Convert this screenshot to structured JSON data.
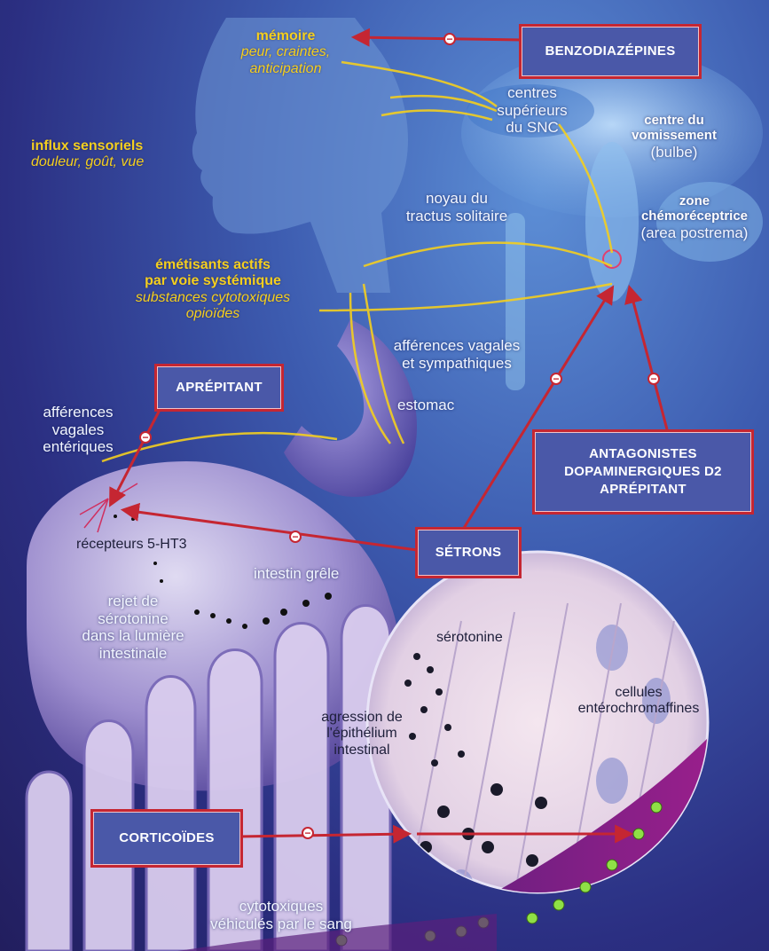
{
  "boxes": {
    "benzodiazepines": "BENZODIAZÉPINES",
    "aprepitant": "APRÉPITANT",
    "antagonistes_line1": "ANTAGONISTES",
    "antagonistes_line2": "DOPAMINERGIQUES D2",
    "antagonistes_line3": "APRÉPITANT",
    "setrons": "SÉTRONS",
    "corticoides": "CORTICOÏDES"
  },
  "labels": {
    "memoire_title": "mémoire",
    "memoire_line1": "peur, craintes,",
    "memoire_line2": "anticipation",
    "influx_title": "influx sensoriels",
    "influx_line1": "douleur, goût, vue",
    "centres_line1": "centres",
    "centres_line2": "supérieurs",
    "centres_line3": "du SNC",
    "vomissement_line1": "centre du",
    "vomissement_line2": "vomissement",
    "vomissement_line3": "(bulbe)",
    "noyau_line1": "noyau du",
    "noyau_line2": "tractus solitaire",
    "zone_line1": "zone",
    "zone_line2": "chémoréceptrice",
    "zone_line3": "(area postrema)",
    "emetisants_line1": "émétisants actifs",
    "emetisants_line2": "par voie systémique",
    "emetisants_line3": "substances cytotoxiques",
    "emetisants_line4": "opioïdes",
    "afferences_vagales_line1": "afférences vagales",
    "afferences_vagales_line2": "et sympathiques",
    "estomac": "estomac",
    "afferences_enteriques_line1": "afférences",
    "afferences_enteriques_line2": "vagales",
    "afferences_enteriques_line3": "entériques",
    "recepteurs": "récepteurs 5-HT3",
    "intestin": "intestin grêle",
    "rejet_line1": "rejet de",
    "rejet_line2": "sérotonine",
    "rejet_line3": "dans la lumière",
    "rejet_line4": "intestinale",
    "serotonine": "sérotonine",
    "cellules_line1": "cellules",
    "cellules_line2": "entérochromaffines",
    "agression_line1": "agression de",
    "agression_line2": "l'épithélium",
    "agression_line3": "intestinal",
    "cytotoxiques_line1": "cytotoxiques",
    "cytotoxiques_line2": "véhiculés par le sang"
  },
  "inhibition_symbol": "−",
  "colors": {
    "box_fill": "#4a58a8",
    "box_border": "#c52632",
    "arrow_red": "#c52632",
    "nerve_yellow": "#f4cf1f",
    "label_yellow": "#f4cf1f",
    "label_white": "#f2f6ff"
  }
}
